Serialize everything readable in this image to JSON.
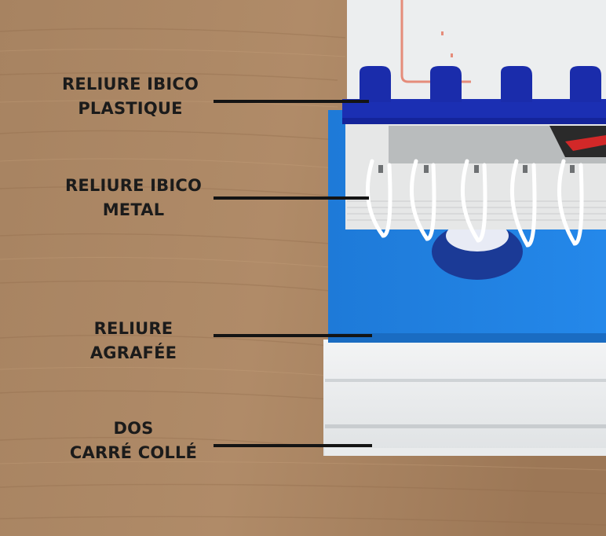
{
  "labels": {
    "plastic": {
      "line1": "RELIURE IBICO",
      "line2": "PLASTIQUE"
    },
    "metal": {
      "line1": "RELIURE IBICO",
      "line2": "METAL"
    },
    "stapled": {
      "line1": "RELIURE",
      "line2": "AGRAFÉE"
    },
    "glued": {
      "line1": "DOS",
      "line2": "CARRÉ COLLÉ"
    }
  },
  "colors": {
    "wood": "#a98462",
    "wood_dark": "#8f6c4e",
    "blue_comb": "#1a2fb0",
    "blue_cover": "#1f7fe0",
    "white_paper": "#eef0f1",
    "leader_line": "#141414"
  }
}
